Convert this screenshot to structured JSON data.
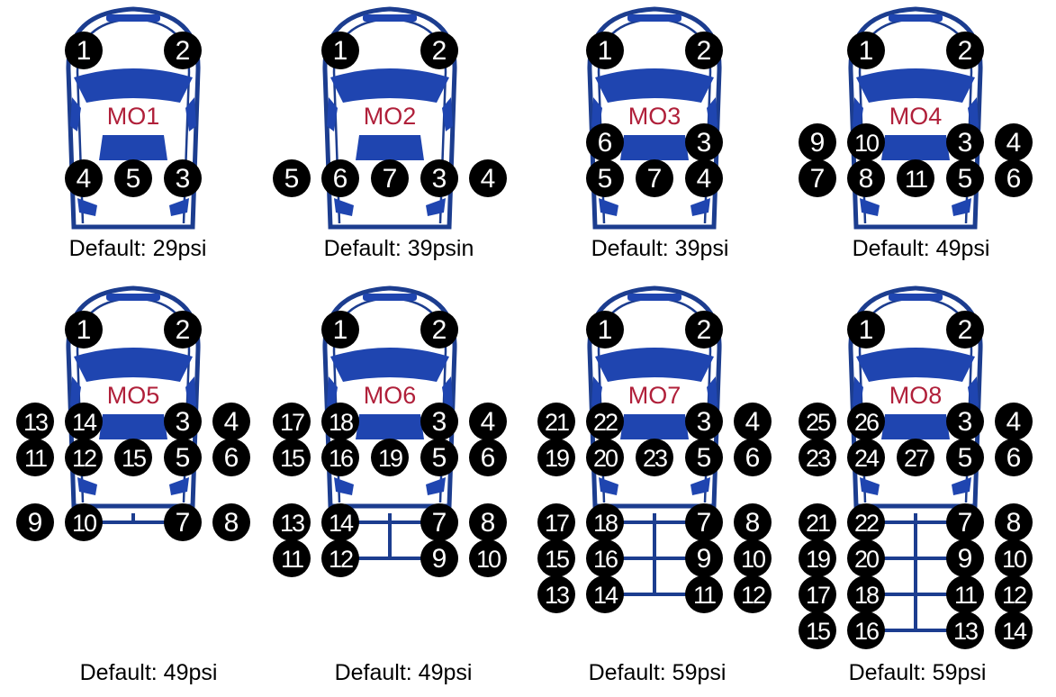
{
  "colors": {
    "outline": "#1c3d8f",
    "window": "#1f45b0",
    "label": "#b0203a",
    "badge": "#000000",
    "badge_text": "#ffffff"
  },
  "diagrams": [
    {
      "model": "MO1",
      "caption": "Default: 29psi",
      "front": [
        "1",
        "2"
      ],
      "mid": [],
      "rear": [
        "4",
        "5",
        "3"
      ],
      "trailer": []
    },
    {
      "model": "MO2",
      "caption": "Default: 39psin",
      "front": [
        "1",
        "2"
      ],
      "mid": [],
      "rear": [
        "5",
        "6",
        "7",
        "3",
        "4"
      ],
      "trailer": []
    },
    {
      "model": "MO3",
      "caption": "Default: 39psi",
      "front": [
        "1",
        "2"
      ],
      "mid": [
        "6",
        "3"
      ],
      "rear": [
        "5",
        "7",
        "4"
      ],
      "trailer": []
    },
    {
      "model": "MO4",
      "caption": "Default: 49psi",
      "front": [
        "1",
        "2"
      ],
      "mid": [
        "9",
        "10",
        "3",
        "4"
      ],
      "rear": [
        "7",
        "8",
        "11",
        "5",
        "6"
      ],
      "trailer": []
    },
    {
      "model": "MO5",
      "caption": "Default: 49psi",
      "front": [
        "1",
        "2"
      ],
      "mid": [
        "13",
        "14",
        "3",
        "4"
      ],
      "rear": [
        "11",
        "12",
        "15",
        "5",
        "6"
      ],
      "trailer": [
        [
          "9",
          "10",
          "7",
          "8"
        ]
      ]
    },
    {
      "model": "MO6",
      "caption": "Default: 49psi",
      "front": [
        "1",
        "2"
      ],
      "mid": [
        "17",
        "18",
        "3",
        "4"
      ],
      "rear": [
        "15",
        "16",
        "19",
        "5",
        "6"
      ],
      "trailer": [
        [
          "13",
          "14",
          "7",
          "8"
        ],
        [
          "11",
          "12",
          "9",
          "10"
        ]
      ]
    },
    {
      "model": "MO7",
      "caption": "Default: 59psi",
      "front": [
        "1",
        "2"
      ],
      "mid": [
        "21",
        "22",
        "3",
        "4"
      ],
      "rear": [
        "19",
        "20",
        "23",
        "5",
        "6"
      ],
      "trailer": [
        [
          "17",
          "18",
          "7",
          "8"
        ],
        [
          "15",
          "16",
          "9",
          "10"
        ],
        [
          "13",
          "14",
          "11",
          "12"
        ]
      ]
    },
    {
      "model": "MO8",
      "caption": "Default: 59psi",
      "front": [
        "1",
        "2"
      ],
      "mid": [
        "25",
        "26",
        "3",
        "4"
      ],
      "rear": [
        "23",
        "24",
        "27",
        "5",
        "6"
      ],
      "trailer": [
        [
          "21",
          "22",
          "7",
          "8"
        ],
        [
          "19",
          "20",
          "9",
          "10"
        ],
        [
          "17",
          "18",
          "11",
          "12"
        ],
        [
          "15",
          "16",
          "13",
          "14"
        ]
      ]
    }
  ]
}
